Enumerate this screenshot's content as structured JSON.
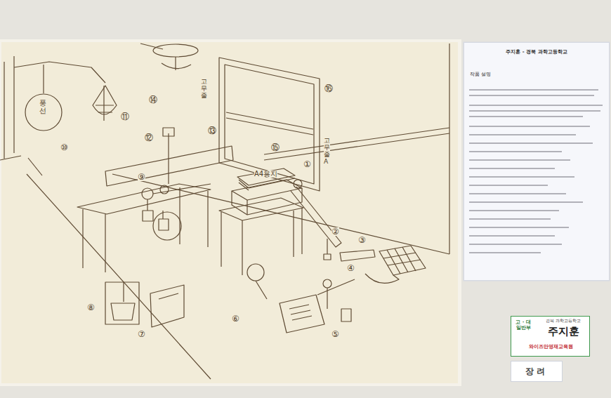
{
  "diagram": {
    "nodes": [
      {
        "text": [
          "주지훈 - 경북 과학고등학교",
          "작품 설명"
        ]
      },
      {
        "text": [
          "고 · 대 일반부",
          "경북 과학고등학교",
          "주지훈",
          "와이즈만영재교육원"
        ]
      },
      {
        "text": [
          "장 려"
        ]
      }
    ],
    "labels": [
      "풍선",
      "고무줄",
      "고무줄 A",
      "A4용지",
      "①",
      "②",
      "③",
      "④",
      "⑤",
      "⑥",
      "⑦",
      "⑧",
      "⑨",
      "⑩",
      "⑪",
      "⑫",
      "⑬",
      "⑭",
      "⑮",
      "⑯"
    ]
  }
}
